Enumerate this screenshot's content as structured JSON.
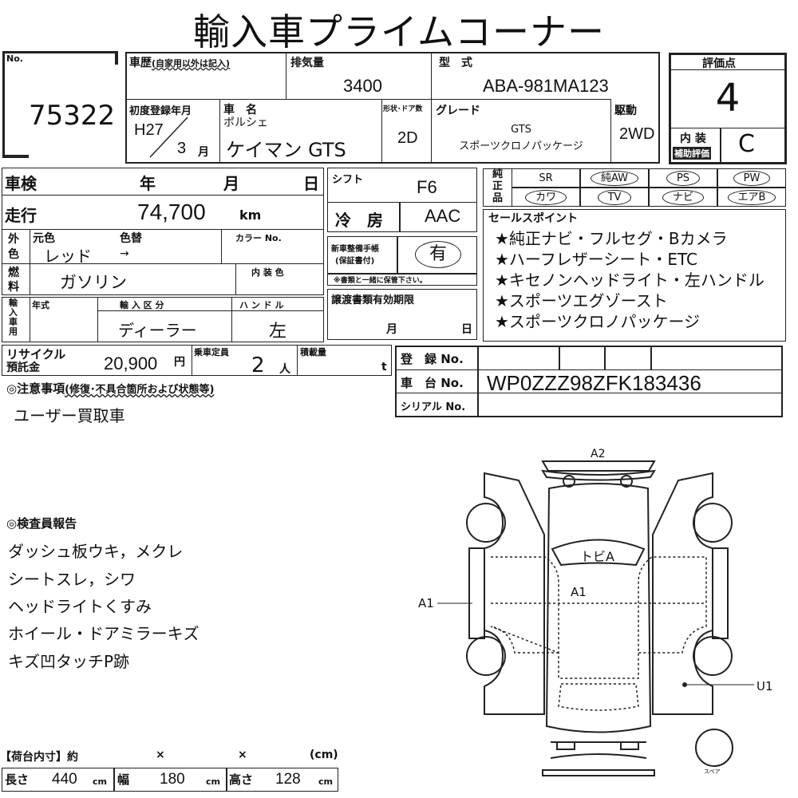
{
  "title": "輸入車プライムコーナー",
  "lot": {
    "label": "No.",
    "value": "75322"
  },
  "history": {
    "label": "車歴",
    "note": "(自家用以外は記入)"
  },
  "displacement": {
    "label": "排気量",
    "value": "3400"
  },
  "model_code": {
    "label": "型　式",
    "value": "ABA-981MA123"
  },
  "first_reg": {
    "label": "初度登録年月",
    "year": "H27",
    "month": "3",
    "month_unit": "月"
  },
  "car_name": {
    "label": "車　名",
    "maker": "ポルシェ",
    "value": "ケイマン GTS"
  },
  "body": {
    "label": "形状･ドア数",
    "value": "2D"
  },
  "grade": {
    "label": "グレード",
    "line1": "GTS",
    "line2": "スポーツクロノパッケージ"
  },
  "drive": {
    "label": "駆動",
    "value": "2WD"
  },
  "score": {
    "label": "評価点",
    "value": "4",
    "interior_label1": "内 装",
    "interior_label2": "補助評価",
    "interior_value": "C"
  },
  "inspection": {
    "label": "車検",
    "year": "年",
    "month": "月",
    "day": "日"
  },
  "mileage": {
    "label": "走行",
    "value": "74,700",
    "unit": "km"
  },
  "exterior": {
    "label1": "外",
    "label2": "色",
    "orig_label": "元色",
    "orig_value": "レッド",
    "change_label": "色替",
    "change_value": "→",
    "colorno_label": "カラー No."
  },
  "fuel": {
    "label1": "燃",
    "label2": "料",
    "value": "ガソリン",
    "interior_color_label": "内 装 色"
  },
  "import": {
    "label": "輸入車用",
    "year_label": "年式",
    "type_label": "輸 入 区 分",
    "type_value": "ディーラー",
    "handle_label": "ハ ン ド ル",
    "handle_value": "左"
  },
  "recycle": {
    "label1": "リサイクル",
    "label2": "預託金",
    "value": "20,900",
    "unit": "円"
  },
  "capacity": {
    "label": "乗車定員",
    "value": "2",
    "unit": "人"
  },
  "load": {
    "label": "積載量",
    "unit": "t"
  },
  "notes": {
    "label": "◎注意事項",
    "sub": "(修復･不具合箇所および状態等)",
    "value": "ユーザー買取車"
  },
  "shift": {
    "label": "シフト",
    "value": "F6"
  },
  "ac": {
    "label": "冷　房",
    "value": "AAC"
  },
  "manual": {
    "label1": "新車整備手帳",
    "label2": "(保証書付)",
    "value": "有",
    "note": "※書類と一緒に保管下さい。"
  },
  "transfer": {
    "label": "譲渡書類有効期限",
    "month": "月",
    "day": "日"
  },
  "options": {
    "label": "純正品",
    "items": [
      "SR",
      "純AW",
      "PS",
      "PW",
      "カワ",
      "TV",
      "ナビ",
      "エアB"
    ],
    "circled": [
      false,
      true,
      true,
      true,
      true,
      true,
      true,
      true
    ]
  },
  "sales_points": {
    "label": "セールスポイント",
    "items": [
      "★純正ナビ・フルセグ・Bカメラ",
      "★ハーフレザーシート・ETC",
      "★キセノンヘッドライト・左ハンドル",
      "★スポーツエグゾースト",
      "★スポーツクロノパッケージ"
    ]
  },
  "registration": {
    "reg_label": "登　録 No.",
    "chassis_label": "車　台 No.",
    "chassis_value": "WP0ZZZ98ZFK183436",
    "serial_label": "シリアル No."
  },
  "report": {
    "label": "◎検査員報告",
    "items": [
      "ダッシュ板ウキ，メクレ",
      "シートスレ，シワ",
      "ヘッドライトくすみ",
      "ホイール・ドアミラーキズ",
      "キズ凹タッチP跡"
    ]
  },
  "cargo": {
    "label": "【荷台内寸】約",
    "x1": "×",
    "x2": "×",
    "unit_label": "(cm)",
    "length_label": "長さ",
    "length": "440",
    "width_label": "幅",
    "width": "180",
    "height_label": "高さ",
    "height": "128",
    "unit": "cm"
  },
  "diagram": {
    "marks": [
      "A2",
      "トビA",
      "A1",
      "A1",
      "U1"
    ],
    "spare": "スペア"
  }
}
